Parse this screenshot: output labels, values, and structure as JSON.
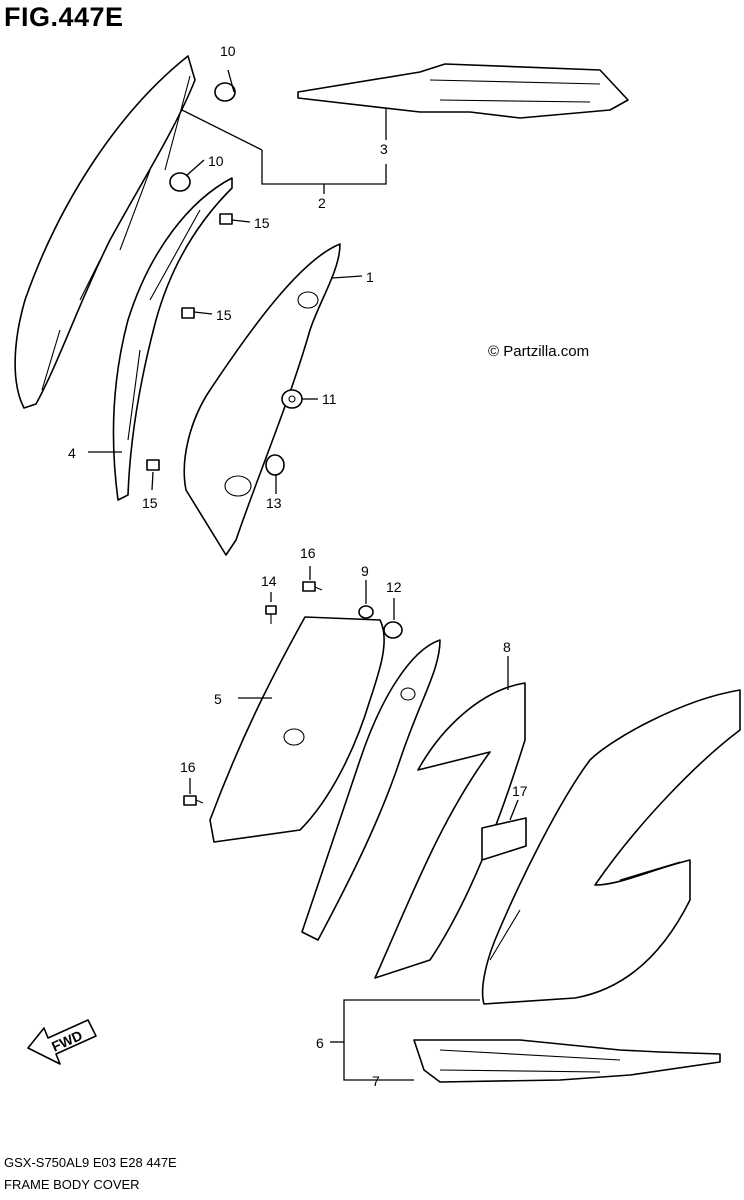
{
  "title": "FIG.447E",
  "copyright": "© Partzilla.com",
  "footer": {
    "code": "GSX-S750AL9  E03  E28  447E",
    "name": "FRAME BODY COVER"
  },
  "fwd_label": "FWD",
  "callouts": {
    "c1": "1",
    "c2": "2",
    "c3": "3",
    "c4": "4",
    "c5": "5",
    "c6": "6",
    "c7": "7",
    "c8": "8",
    "c9": "9",
    "c10a": "10",
    "c10b": "10",
    "c11": "11",
    "c12": "12",
    "c13": "13",
    "c14": "14",
    "c15a": "15",
    "c15b": "15",
    "c15c": "15",
    "c16a": "16",
    "c16b": "16",
    "c17": "17"
  }
}
